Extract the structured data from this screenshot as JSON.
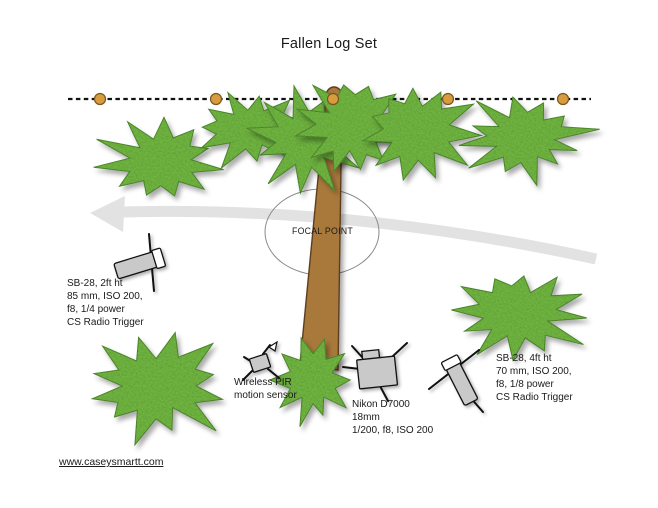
{
  "title": "Fallen Log Set",
  "focal_point_label": "FOCAL POINT",
  "flash_left": {
    "lines": [
      "SB-28, 2ft ht",
      "85 mm, ISO 200,",
      "f8, 1/4 power",
      "CS Radio Trigger"
    ]
  },
  "pir_sensor": {
    "lines": [
      "Wireless PIR",
      "motion sensor"
    ]
  },
  "camera": {
    "lines": [
      "Nikon D7000",
      "18mm",
      "1/200, f8, ISO 200"
    ]
  },
  "flash_right": {
    "lines": [
      "SB-28, 4ft ht",
      "70 mm, ISO 200,",
      "f8, 1/8 power",
      "CS Radio Trigger"
    ]
  },
  "footer_link": "www.caseysmartt.com",
  "colors": {
    "bush_green": "#6FB440",
    "bush_edge": "#4E8A2B",
    "trunk_brown": "#A9793C",
    "trunk_edge": "#5C3E1E",
    "track_dot": "#D89C3E",
    "track_dot_edge": "#7A5420",
    "arrow_gray": "#E2E2E2",
    "device_gray": "#C9C9C9",
    "ink": "#1A1A1A"
  }
}
